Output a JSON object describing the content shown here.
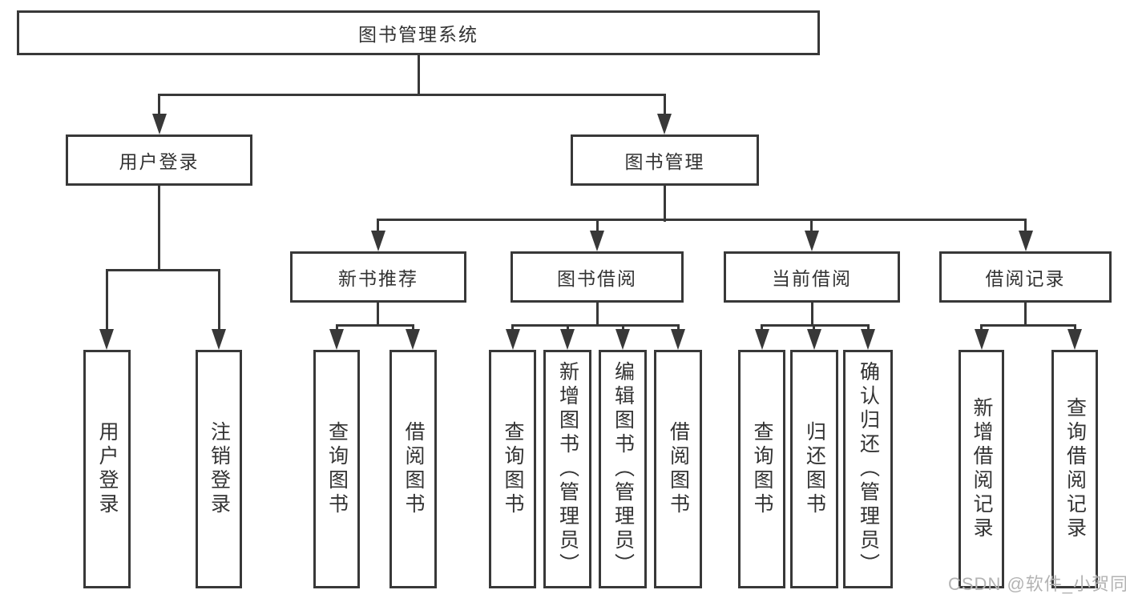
{
  "root": "图书管理系统",
  "level2": [
    "用户登录",
    "图书管理"
  ],
  "level3": [
    "新书推荐",
    "图书借阅",
    "当前借阅",
    "借阅记录"
  ],
  "leaves": {
    "login": [
      "用户登录",
      "注销登录"
    ],
    "recommend": [
      "查询图书",
      "借阅图书"
    ],
    "borrow": [
      "查询图书",
      "新增图书（管理员）",
      "编辑图书（管理员）",
      "借阅图书"
    ],
    "current": [
      "查询图书",
      "归还图书",
      "确认归还（管理员）"
    ],
    "records": [
      "新增借阅记录",
      "查询借阅记录"
    ]
  },
  "watermark": "CSDN @软件_小贺同学",
  "colors": {
    "line": "#383838",
    "text": "#333333",
    "watermark": "#b3b3b3",
    "background": "#ffffff"
  }
}
